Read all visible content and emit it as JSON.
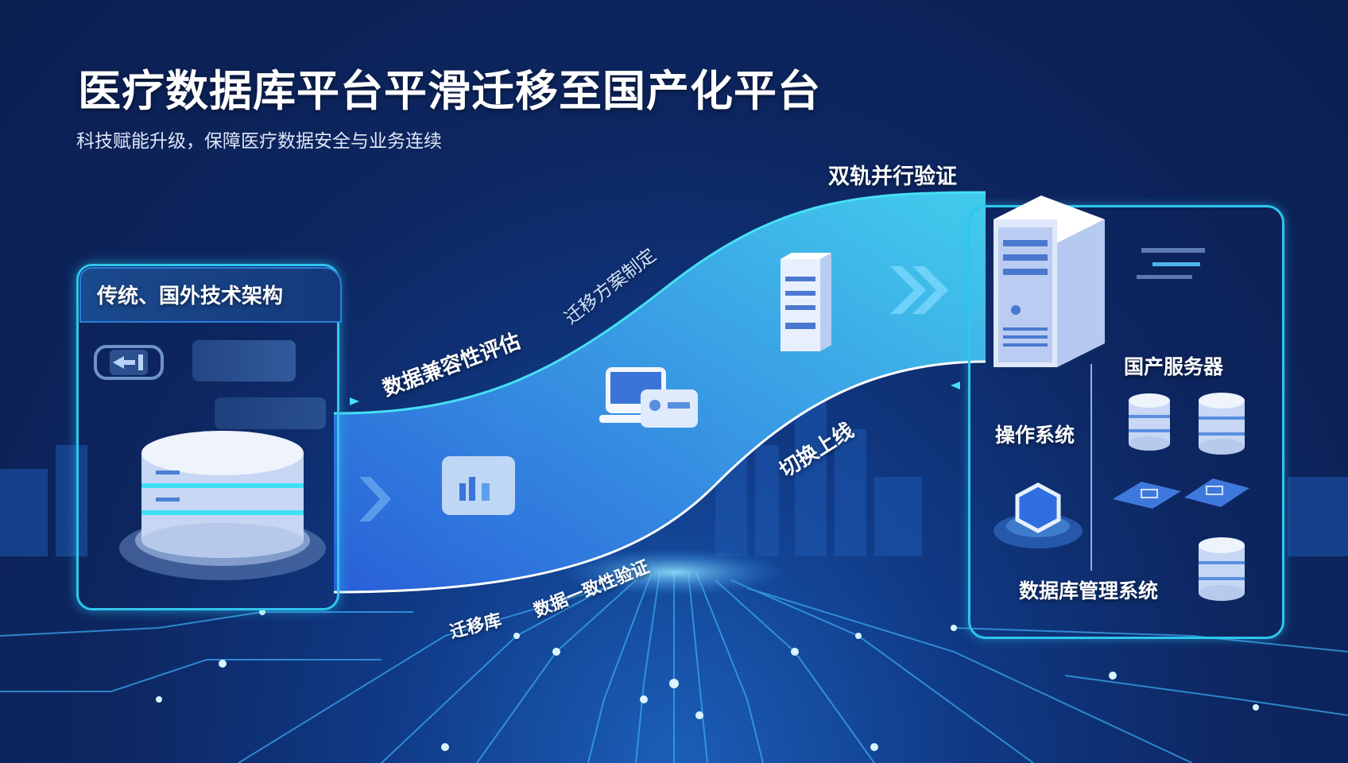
{
  "header": {
    "title": "医疗数据库平台平滑迁移至国产化平台",
    "subtitle": "科技赋能升级，保障医疗数据安全与业务连续"
  },
  "left_panel": {
    "title": "传统、国外技术架构",
    "icon": "database-stack-icon"
  },
  "migration_path": {
    "upper_steps": [
      {
        "label": "数据兼容性评估"
      },
      {
        "label": "迁移方案制定"
      },
      {
        "label": "双轨并行验证"
      }
    ],
    "lower_steps": [
      {
        "label": "迁移库"
      },
      {
        "label": "数据一致性验证"
      },
      {
        "label": "切换上线"
      }
    ]
  },
  "right_panel": {
    "labels": {
      "server": "国产服务器",
      "os": "操作系统",
      "dbms": "数据库管理系统"
    }
  },
  "colors": {
    "background": "#0d2660",
    "accent_cyan": "#2fc6ee",
    "flow_light": "#3fd0f0",
    "flow_dark": "#2a6fe0",
    "text": "#ffffff"
  }
}
